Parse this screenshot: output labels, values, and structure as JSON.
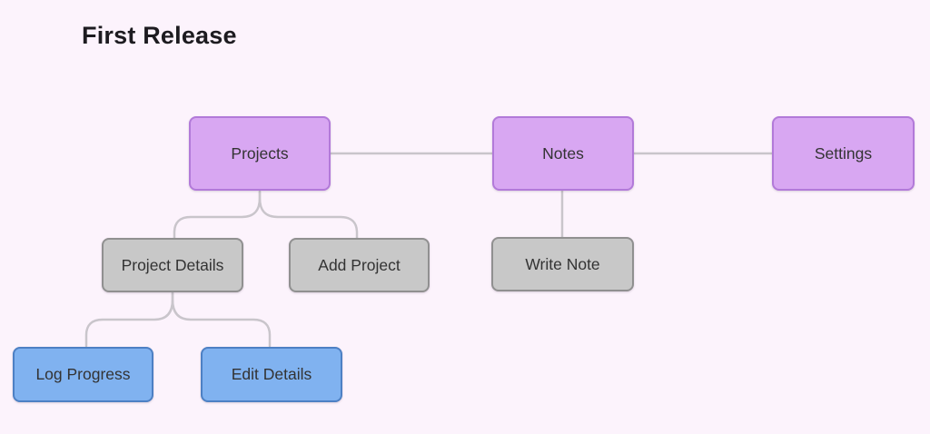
{
  "title": "First Release",
  "colors": {
    "background": "#fcf3fc",
    "connector": "#c9c5cb",
    "purple_fill": "#d8a7f2",
    "purple_border": "#b27ad9",
    "gray_fill": "#c8c8c8",
    "gray_border": "#909090",
    "blue_fill": "#80b2f0",
    "blue_border": "#4d80c4",
    "title_text": "#1d1b20",
    "node_text": "#333333"
  },
  "nodes": {
    "projects": {
      "label": "Projects",
      "type": "purple"
    },
    "notes": {
      "label": "Notes",
      "type": "purple"
    },
    "settings": {
      "label": "Settings",
      "type": "purple"
    },
    "project_details": {
      "label": "Project Details",
      "type": "gray"
    },
    "add_project": {
      "label": "Add Project",
      "type": "gray"
    },
    "write_note": {
      "label": "Write Note",
      "type": "gray"
    },
    "log_progress": {
      "label": "Log Progress",
      "type": "blue"
    },
    "edit_details": {
      "label": "Edit Details",
      "type": "blue"
    }
  },
  "edges": [
    {
      "from": "projects",
      "to": "notes"
    },
    {
      "from": "notes",
      "to": "settings"
    },
    {
      "from": "projects",
      "to": "project_details"
    },
    {
      "from": "projects",
      "to": "add_project"
    },
    {
      "from": "notes",
      "to": "write_note"
    },
    {
      "from": "project_details",
      "to": "log_progress"
    },
    {
      "from": "project_details",
      "to": "edit_details"
    }
  ]
}
